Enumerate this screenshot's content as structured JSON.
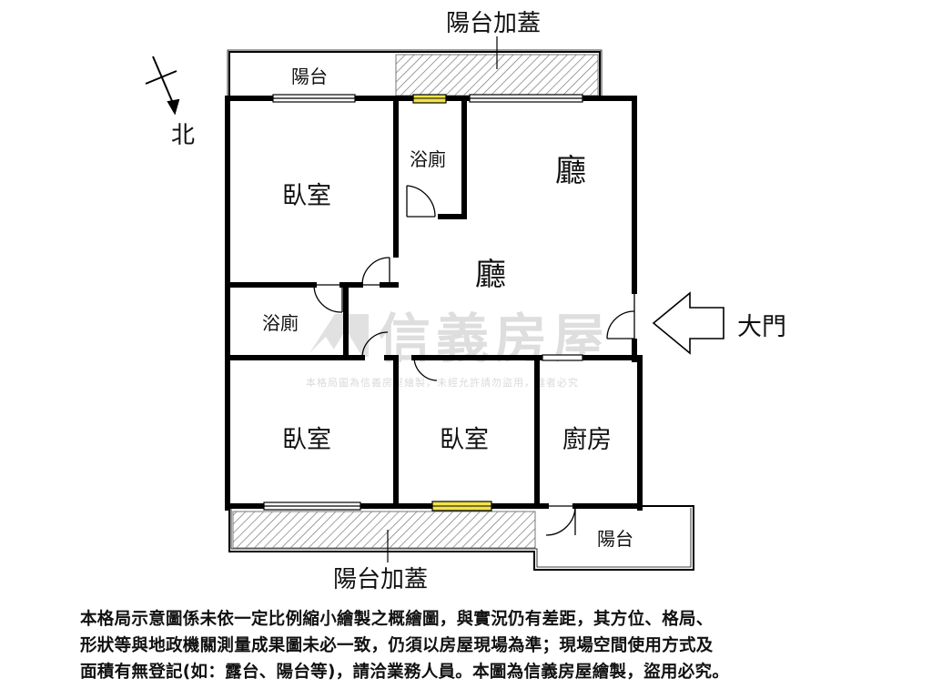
{
  "labels": {
    "balcony_addition_top": "陽台加蓋",
    "balcony_top": "陽台",
    "bathroom_top": "浴廁",
    "living_top": "廳",
    "bedroom_top_left": "臥室",
    "living_center": "廳",
    "bathroom_left": "浴廁",
    "main_door": "大門",
    "bedroom_bottom_left": "臥室",
    "bedroom_bottom_mid": "臥室",
    "kitchen": "廚房",
    "balcony_bottom_right": "陽台",
    "balcony_addition_bottom": "陽台加蓋",
    "north": "北"
  },
  "watermark": {
    "brand": "信義房屋",
    "notice": "本格局圖為信義房屋繪製，未經允許請勿盜用，違者必究"
  },
  "disclaimer_lines": [
    "本格局示意圖係未依一定比例縮小繪製之概繪圖，與實況仍有差距，其方位、格局、",
    "形狀等與地政機關測量成果圖未必一致，仍須以房屋現場為準；現場空間使用方式及",
    "面積有無登記(如：露台、陽台等)，請洽業務人員。本圖為信義房屋繪製，盜用必究。"
  ],
  "colors": {
    "wall": "#000000",
    "window_yellow": "#f2e24a",
    "watermark": "#c8c8c8"
  }
}
